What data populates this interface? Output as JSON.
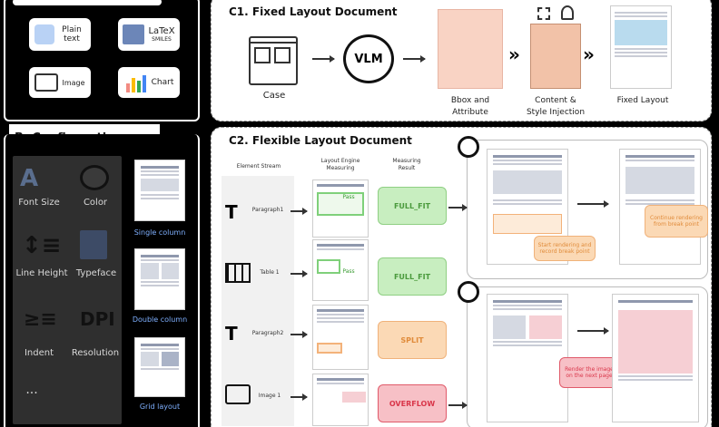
{
  "input_types": {
    "plain_text": "Plain text",
    "latex": "LaTeX",
    "latex_sub": "SMILES",
    "image": "Image",
    "chart": "Chart"
  },
  "config": {
    "header": "B. Configuration",
    "items": [
      "Font Size",
      "Color",
      "Line Height",
      "Typeface",
      "Indent",
      "Resolution",
      "..."
    ],
    "layouts": [
      "Single column",
      "Double column",
      "Grid layout"
    ]
  },
  "c1": {
    "title": "C1. Fixed Layout Document",
    "case": "Case",
    "vlm": "VLM",
    "bbox1": "Bbox and",
    "bbox2": "Attribute",
    "inj1": "Content &",
    "inj2": "Style Injection",
    "fixed": "Fixed Layout"
  },
  "c2": {
    "title": "C2. Flexible Layout Document",
    "col1": "Element Stream",
    "col2a": "Layout Engine",
    "col2b": "Measuring",
    "col3a": "Measuring",
    "col3b": "Result",
    "elements": [
      "Paragraph1",
      "Table 1",
      "Paragraph2",
      "Image 1"
    ],
    "pass": "Pass",
    "statuses": [
      "FULL_FIT",
      "FULL_FIT",
      "SPLIT",
      "OVERFLOW"
    ],
    "note_start": "Start rendering and record break point",
    "note_continue": "Continue rendering from break point",
    "note_render": "Render the image on the next page",
    "colors": {
      "green": "#c8eec0",
      "orange": "#fbd9b5",
      "red": "#f7c0c6",
      "pink": "#f6cfd4"
    }
  }
}
